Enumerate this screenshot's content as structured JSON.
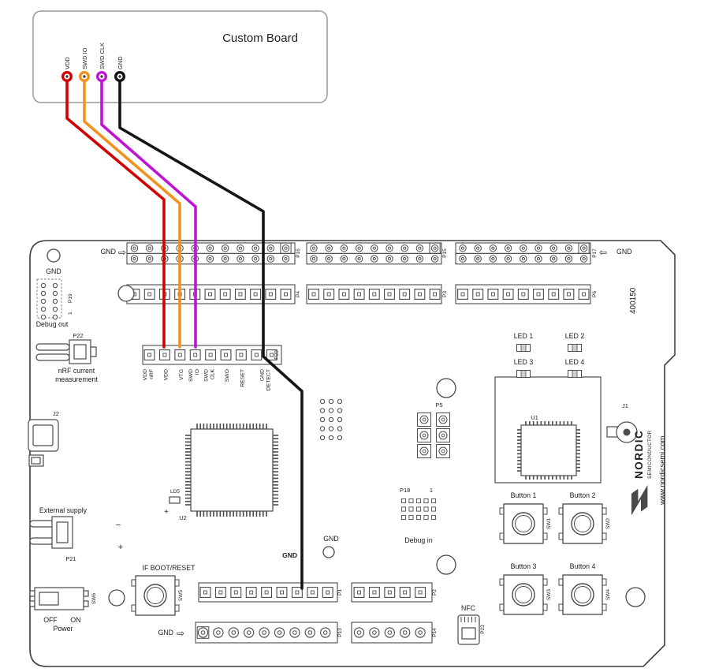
{
  "custom_board": {
    "title": "Custom Board",
    "pins": [
      {
        "label": "VDD",
        "color": "#d20000"
      },
      {
        "label": "SWD IO",
        "color": "#f0931e"
      },
      {
        "label": "SWD CLK",
        "color": "#c013d4"
      },
      {
        "label": "GND",
        "color": "#151515"
      }
    ]
  },
  "wire_gnd_label": "GND",
  "arrows": {
    "right": "⇨",
    "left": "⇦"
  },
  "board": {
    "number": "400150",
    "gnd_top_left": "GND",
    "gnd_top_right": "GND",
    "gnd_hole": "GND",
    "gnd_center": "GND",
    "gnd_bottom": "GND",
    "debug_out": "Debug out",
    "debug_in": "Debug in",
    "nrf_current_line1": "nRF current",
    "nrf_current_line2": "measurement",
    "external_supply": "External supply",
    "minus": "−",
    "plus": "+",
    "if_boot_reset": "IF BOOT/RESET",
    "off": "OFF",
    "on": "ON",
    "power": "Power",
    "nfc": "NFC",
    "brand": "NORDIC",
    "brand_sub": "SEMICONDUCTOR",
    "brand_url": "www.nordicsemi.com",
    "ld5_plus": "+",
    "refs": {
      "p16": "P16",
      "p15": "P15",
      "p17": "P17",
      "p4": "P4",
      "p3": "P3",
      "p6": "P6",
      "p19": "P19",
      "p19_pin1": "1",
      "p20": "P20",
      "p22": "P22",
      "p21": "P21",
      "p5": "P5",
      "p18": "P18",
      "p18_pin1": "1",
      "p1": "P1",
      "p2": "P2",
      "p13": "P13",
      "p14": "P14",
      "p23": "P23",
      "j1": "J1",
      "j2": "J2",
      "u1": "U1",
      "u2": "U2",
      "ld5": "LD5",
      "sw1": "SW1",
      "sw2": "SW2",
      "sw3": "SW3",
      "sw4": "SW4",
      "sw5": "SW5",
      "sw6": "SW6"
    },
    "leds": [
      "LED 1",
      "LED 2",
      "LED 3",
      "LED 4"
    ],
    "buttons": [
      "Button 1",
      "Button 2",
      "Button 3",
      "Button 4"
    ],
    "p20_labels": [
      {
        "l1": "VDD",
        "l2": "nRF"
      },
      {
        "l1": "VDD",
        "l2": ""
      },
      {
        "l1": "VTG",
        "l2": ""
      },
      {
        "l1": "SWD",
        "l2": "IO"
      },
      {
        "l1": "SWD",
        "l2": "CLK"
      },
      {
        "l1": "SWO",
        "l2": ""
      },
      {
        "l1": "RESET",
        "l2": ""
      },
      {
        "l1": "GND",
        "l2": "DETECT"
      }
    ]
  }
}
